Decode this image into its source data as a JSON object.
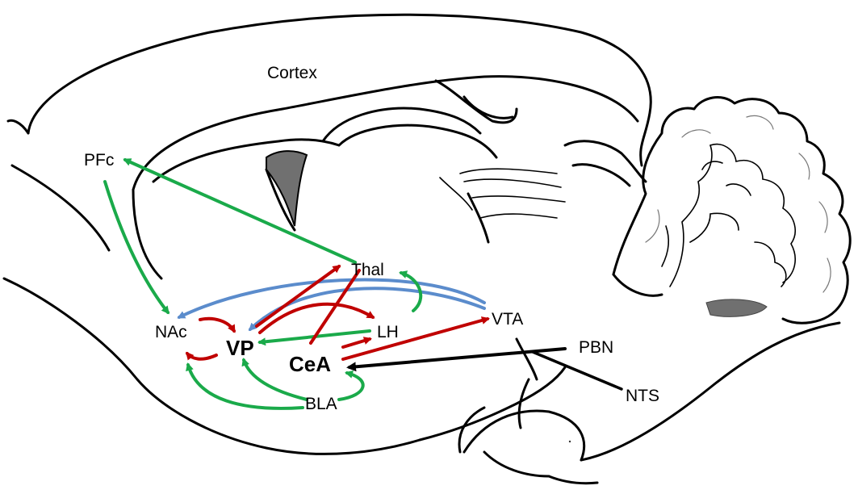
{
  "diagram": {
    "regions": {
      "cortex": "Cortex",
      "pfc": "PFc",
      "thal": "Thal",
      "nac": "NAc",
      "vp": "VP",
      "lh": "LH",
      "vta": "VTA",
      "cea": "CeA",
      "bla": "BLA",
      "pbn": "PBN",
      "nts": "NTS"
    },
    "colors": {
      "excitatory_green": "#1aaa4a",
      "inhibitory_red": "#c00000",
      "dopamine_blue": "#5b8ccc",
      "brainstem_black": "#000000",
      "ventricle_gray": "#707070"
    }
  }
}
